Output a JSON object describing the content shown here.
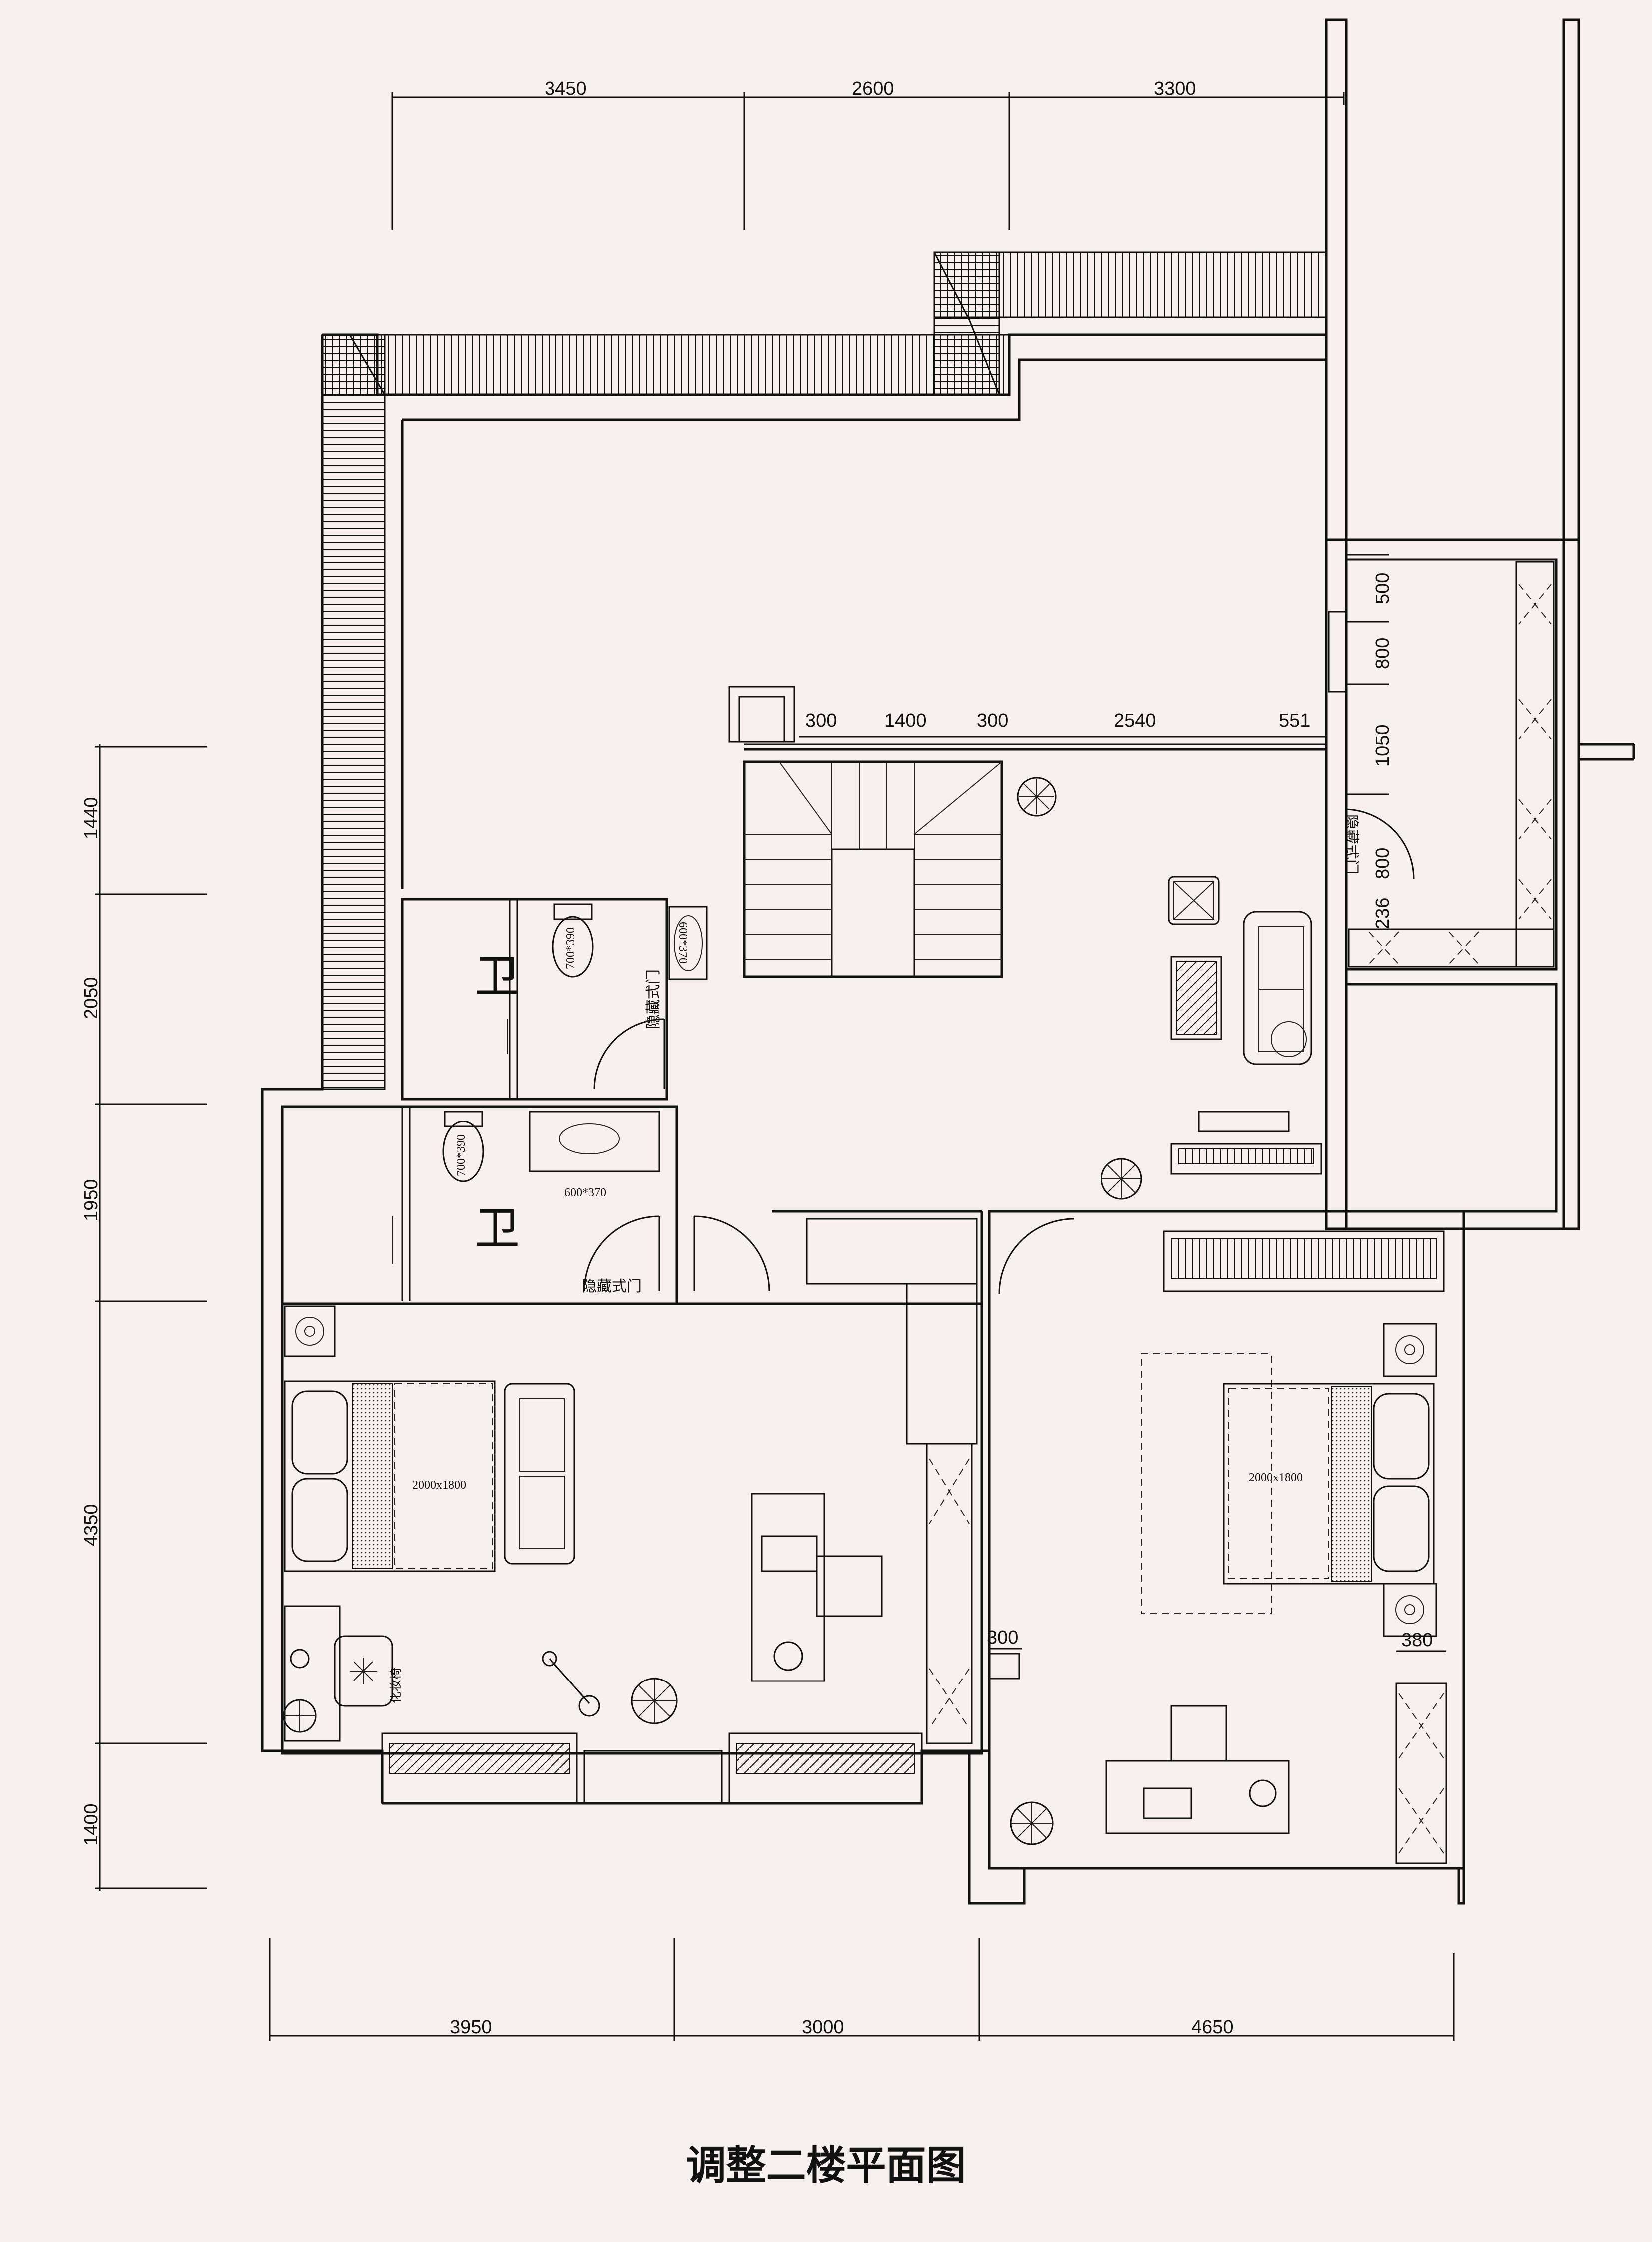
{
  "title": "调整二楼平面图",
  "dimensions": {
    "top": [
      "3450",
      "2600",
      "3300"
    ],
    "bottom": [
      "3950",
      "3000",
      "4650"
    ],
    "left": [
      "1440",
      "2050",
      "1950",
      "4350",
      "1400"
    ],
    "stair_top": [
      "300",
      "1400",
      "300",
      "2540",
      "551"
    ],
    "right_stack": [
      "500",
      "800",
      "1050",
      "800",
      "236"
    ],
    "misc": [
      "300",
      "380"
    ]
  },
  "labels": {
    "wc_upper": "卫",
    "wc_lower": "卫",
    "hidden_door_upper": "隐藏式门",
    "hidden_door_lower": "隐藏式门",
    "hidden_door_right": "隐藏式门",
    "toilet_upper": "700*390",
    "toilet_lower": "700*390",
    "basin_upper": "600*370",
    "basin_lower": "600*370",
    "bed_left": "2000x1800",
    "bed_right": "2000x1800",
    "vanity_chair": "化妆椅"
  },
  "colors": {
    "background": "#f7f0ef",
    "line": "#111111"
  }
}
